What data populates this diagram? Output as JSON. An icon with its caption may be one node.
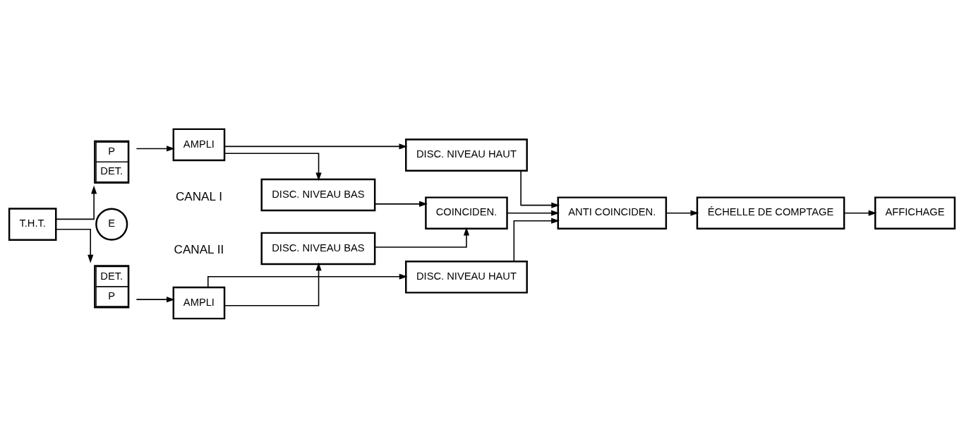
{
  "diagram": {
    "nodes": [
      {
        "text": [
          "P",
          "DET."
        ]
      },
      {
        "text": [
          "E"
        ]
      },
      {
        "text": [
          "DET.",
          "P"
        ]
      },
      {
        "text": [
          "T.H.T."
        ]
      },
      {
        "text": [
          "AMPLI"
        ]
      },
      {
        "text": [
          "DISC. NIVEAU HAUT"
        ]
      },
      {
        "text": [
          "DISC. NIVEAU BAS"
        ]
      },
      {
        "text": [
          "COINCIDEN."
        ]
      },
      {
        "text": [
          "ANTI COINCIDEN."
        ]
      },
      {
        "text": [
          "ÉCHELLE DE COMPTAGE"
        ]
      },
      {
        "text": [
          "AFFICHAGE"
        ]
      },
      {
        "text": [
          "AMPLI"
        ]
      },
      {
        "text": [
          "DISC. NIVEAU BAS"
        ]
      },
      {
        "text": [
          "DISC. NIVEAU HAUT"
        ]
      }
    ],
    "edges": [
      {
        "from": 0,
        "to": 4,
        "arrow": "to"
      },
      {
        "from": 2,
        "to": 11,
        "arrow": "to"
      },
      {
        "from": 3,
        "to": 0,
        "arrow": "to"
      },
      {
        "from": 3,
        "to": 2,
        "arrow": "to"
      },
      {
        "from": 4,
        "to": 5,
        "arrow": "to"
      },
      {
        "from": 4,
        "to": 6,
        "arrow": "to"
      },
      {
        "from": 11,
        "to": 12,
        "arrow": "to"
      },
      {
        "from": 11,
        "to": 13,
        "arrow": "to"
      },
      {
        "from": 6,
        "to": 7,
        "arrow": "to"
      },
      {
        "from": 12,
        "to": 7,
        "arrow": "to"
      },
      {
        "from": 5,
        "to": 8,
        "arrow": "to"
      },
      {
        "from": 13,
        "to": 8,
        "arrow": "to"
      },
      {
        "from": 7,
        "to": 8,
        "arrow": "to"
      },
      {
        "from": 8,
        "to": 9,
        "arrow": "to"
      },
      {
        "from": 9,
        "to": 10,
        "arrow": "to"
      }
    ],
    "labels": [
      "CANAL I",
      "CANAL II"
    ]
  }
}
